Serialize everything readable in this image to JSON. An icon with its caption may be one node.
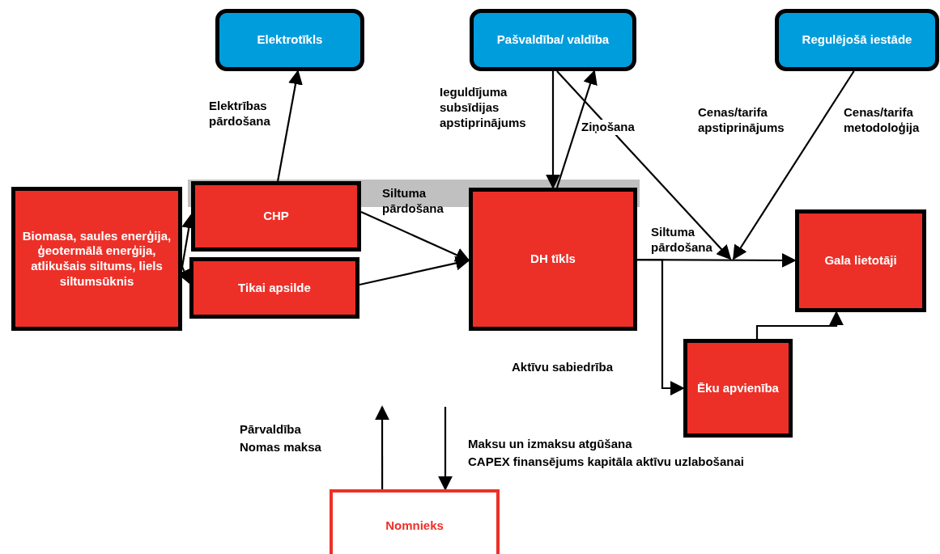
{
  "diagram": {
    "nodes": [
      {
        "text": [
          "Elektrotīkls"
        ]
      },
      {
        "text": [
          "Pašvaldība/ valdība"
        ]
      },
      {
        "text": [
          "Regulējošā iestāde"
        ]
      },
      {
        "text": [
          "Biomasa, saules enerģija, ģeotermālā enerģija, atlikušais siltums, liels siltumsūknis"
        ]
      },
      {
        "text": [
          "CHP"
        ]
      },
      {
        "text": [
          "Tikai apsilde"
        ]
      },
      {
        "text": [
          "DH tīkls"
        ]
      },
      {
        "text": [
          "Gala lietotāji"
        ]
      },
      {
        "text": [
          "Ēku apvienība"
        ]
      },
      {
        "text": [
          "Nomnieks"
        ]
      }
    ],
    "edges": [
      {
        "from": 4,
        "to": 0,
        "arrow": "to",
        "label": "Elektrības pārdošana"
      },
      {
        "from": 3,
        "to": 4,
        "arrow": "to"
      },
      {
        "from": 3,
        "to": 5,
        "arrow": "to"
      },
      {
        "from": 4,
        "to": 6,
        "arrow": "to",
        "label": "Siltuma pārdošana"
      },
      {
        "from": 5,
        "to": 6,
        "arrow": "to"
      },
      {
        "from": 1,
        "to": 6,
        "arrow": "to",
        "label": "Ieguldījuma subsīdijas apstiprinājums"
      },
      {
        "from": 6,
        "to": 1,
        "arrow": "to",
        "label": "Ziņošana"
      },
      {
        "from": 1,
        "to": null,
        "arrow": "to"
      },
      {
        "from": 2,
        "to": null,
        "arrow": "to"
      },
      {
        "from": 6,
        "to": 7,
        "arrow": "to",
        "label": "Siltuma pārdošana"
      },
      {
        "from": 6,
        "to": 8,
        "arrow": "to"
      },
      {
        "from": 8,
        "to": 7,
        "arrow": "to"
      },
      {
        "from": 9,
        "to": null,
        "arrow": "to"
      },
      {
        "from": null,
        "to": 9,
        "arrow": "to"
      }
    ],
    "labels": [
      "Cenas/tarifa apstiprinājums",
      "Cenas/tarifa metodoloģija",
      "Aktīvu sabiedrība",
      "Pārvaldība",
      "Nomas maksa",
      "Maksu un izmaksu atgūšana",
      "CAPEX finansējums kapitāla aktīvu uzlabošanai"
    ]
  }
}
